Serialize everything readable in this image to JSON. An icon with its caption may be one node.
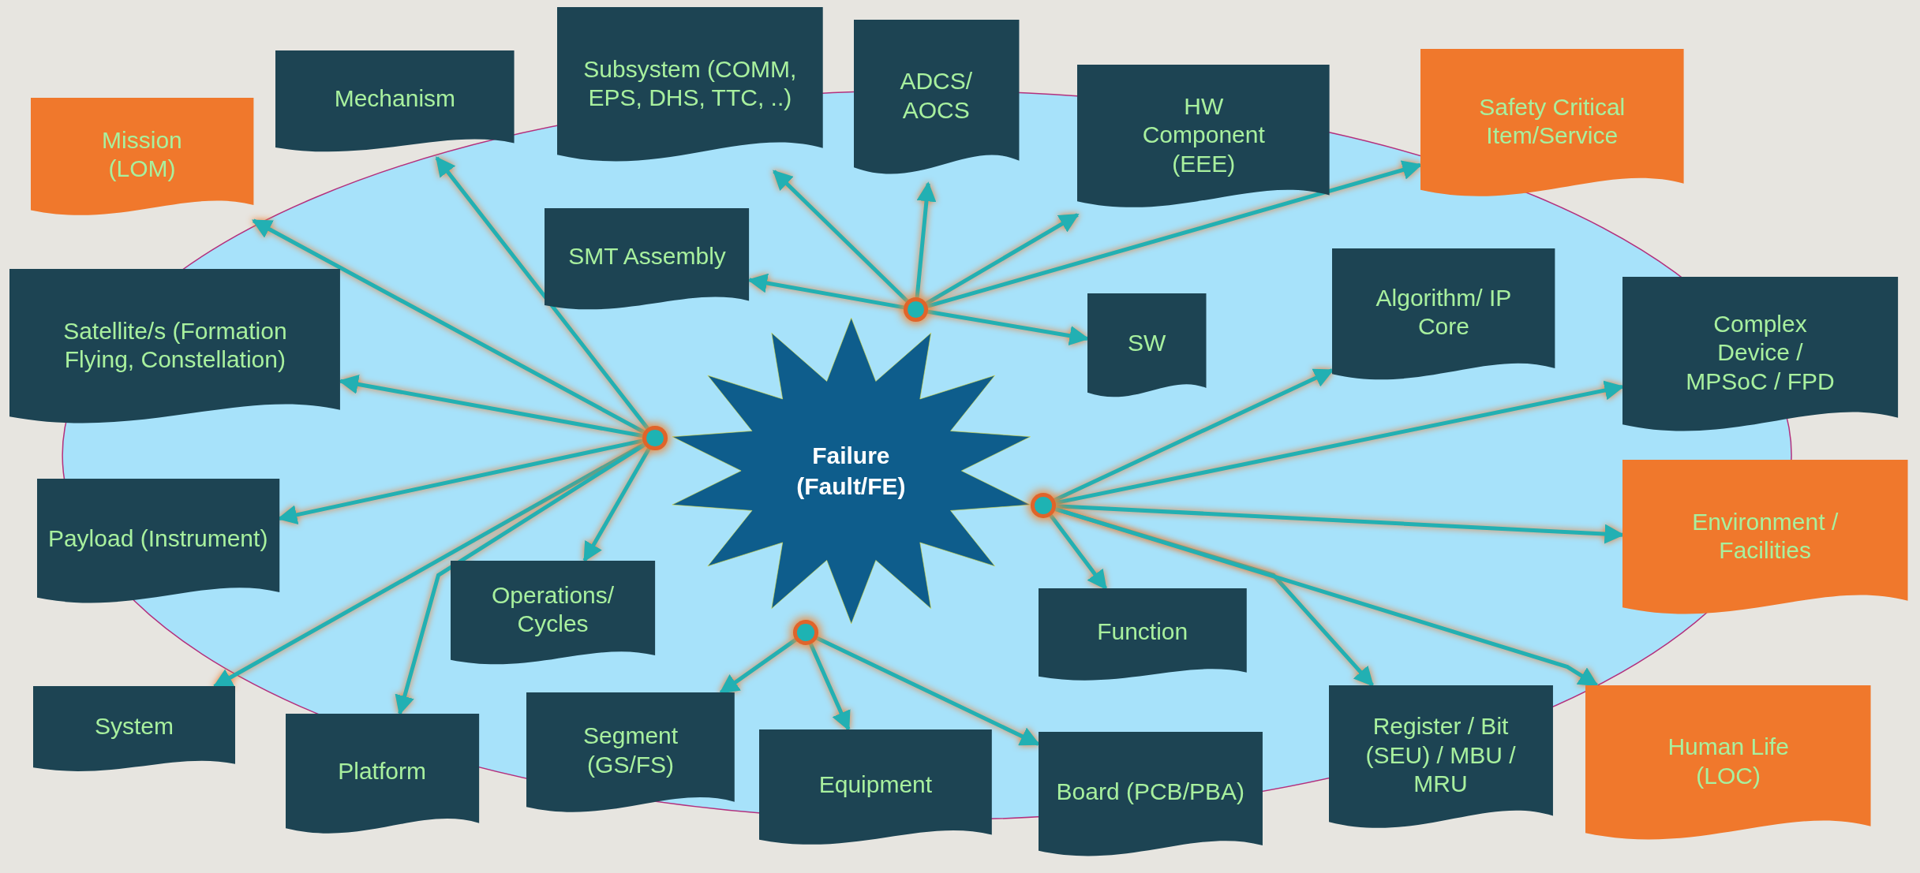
{
  "diagram": {
    "nodes": [
      {
        "text": [
          "Failure (Fault/FE)"
        ]
      },
      {
        "text": [],
        "shape": "circle"
      },
      {
        "text": [],
        "shape": "circle"
      },
      {
        "text": [],
        "shape": "circle"
      },
      {
        "text": [],
        "shape": "circle"
      },
      {
        "text": [
          "Subsystem (COMM, EPS, DHS, TTC, ..)"
        ]
      },
      {
        "text": [
          "ADCS/ AOCS"
        ]
      },
      {
        "text": [
          "HW Component (EEE)"
        ]
      },
      {
        "text": [
          "Safety Critical Item/Service"
        ]
      },
      {
        "text": [
          "Mechanism"
        ]
      },
      {
        "text": [
          "Mission (LOM)"
        ]
      },
      {
        "text": [
          "SMT Assembly"
        ]
      },
      {
        "text": [
          "SW"
        ]
      },
      {
        "text": [
          "Algorithm/ IP Core"
        ]
      },
      {
        "text": [
          "Satellite/s (Formation Flying, Constellation)"
        ]
      },
      {
        "text": [
          "Complex Device / MPSoC / FPD"
        ]
      },
      {
        "text": [
          "Payload (Instrument)"
        ]
      },
      {
        "text": [
          "Environment / Facilities"
        ]
      },
      {
        "text": [
          "Operations/ Cycles"
        ]
      },
      {
        "text": [
          "Function"
        ]
      },
      {
        "text": [
          "System"
        ]
      },
      {
        "text": [
          "Platform"
        ]
      },
      {
        "text": [
          "Segment (GS/FS)"
        ]
      },
      {
        "text": [
          "Equipment"
        ]
      },
      {
        "text": [
          "Board (PCB/PBA)"
        ]
      },
      {
        "text": [
          "Register / Bit (SEU) / MBU / MRU"
        ]
      },
      {
        "text": [
          "Human Life (LOC)"
        ]
      }
    ],
    "edges": [
      {
        "from": 1,
        "to": 10,
        "arrow": "to"
      },
      {
        "from": 1,
        "to": 9,
        "arrow": "to"
      },
      {
        "from": 1,
        "to": 14,
        "arrow": "to"
      },
      {
        "from": 1,
        "to": 16,
        "arrow": "to"
      },
      {
        "from": 1,
        "to": 20,
        "arrow": "to"
      },
      {
        "from": 1,
        "to": 18,
        "arrow": "to"
      },
      {
        "from": 1,
        "to": 21,
        "arrow": "to"
      },
      {
        "from": 2,
        "to": 5,
        "arrow": "to"
      },
      {
        "from": 2,
        "to": 6,
        "arrow": "to"
      },
      {
        "from": 2,
        "to": 7,
        "arrow": "to"
      },
      {
        "from": 2,
        "to": 8,
        "arrow": "to"
      },
      {
        "from": 2,
        "to": 11,
        "arrow": "to"
      },
      {
        "from": 2,
        "to": 12,
        "arrow": "to"
      },
      {
        "from": 3,
        "to": 13,
        "arrow": "to"
      },
      {
        "from": 3,
        "to": 15,
        "arrow": "to"
      },
      {
        "from": 3,
        "to": 17,
        "arrow": "to"
      },
      {
        "from": 3,
        "to": 19,
        "arrow": "to"
      },
      {
        "from": 3,
        "to": 25,
        "arrow": "to"
      },
      {
        "from": 3,
        "to": 26,
        "arrow": "to"
      },
      {
        "from": 4,
        "to": 22,
        "arrow": "to"
      },
      {
        "from": 4,
        "to": 23,
        "arrow": "to"
      },
      {
        "from": 4,
        "to": 24,
        "arrow": "to"
      }
    ]
  }
}
